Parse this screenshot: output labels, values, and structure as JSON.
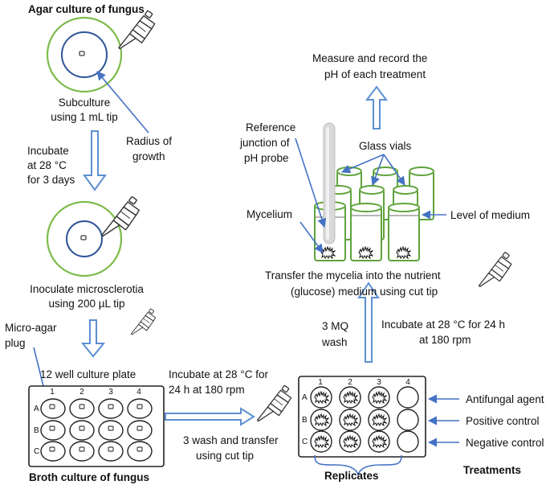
{
  "colors": {
    "agar_ring": "#7dbb4a",
    "dish": "#2f5597",
    "arrow_blue": "#4472c4",
    "hollow_arrow": "#5b8fd1",
    "vial": "#5ea33c"
  },
  "icons": [
    "pipette-icon",
    "mycelium-icon"
  ],
  "labels": {
    "agar_culture": "Agar culture of fungus",
    "subculture_line1": "Subculture",
    "subculture_line2": "using 1 mL tip",
    "incubate_line1": "Incubate",
    "incubate_line2": "at 28 °C",
    "incubate_line3": "for 3 days",
    "radius_line1": "Radius of",
    "radius_line2": "growth",
    "inoculate_line1": "Inoculate microsclerotia",
    "inoculate_line2": "using 200 µL tip",
    "micro_agar_line1": "Micro-agar",
    "micro_agar_line2": "plug",
    "plate_title": "12 well culture plate",
    "broth_culture": "Broth culture of fungus",
    "incubate_mid_line1": "Incubate at 28 °C for",
    "incubate_mid_line2": "24 h at 180 rpm",
    "wash_line1": "3 wash and transfer",
    "wash_line2": "using cut tip",
    "replicates": "Replicates",
    "treatments": "Treatments",
    "antifungal": "Antifungal agent",
    "positive": "Positive control",
    "negative": "Negative control",
    "mq_line1": "3 MQ",
    "mq_line2": "wash",
    "incubate_right_line1": "Incubate at 28 °C for 24 h",
    "incubate_right_line2": "at 180 rpm",
    "transfer_line1": "Transfer the mycelia into the nutrient",
    "transfer_line2": "(glucose) medium using cut tip",
    "mycelium": "Mycelium",
    "level": "Level of medium",
    "glass_vials": "Glass vials",
    "reference_line1": "Reference",
    "reference_line2": "junction of",
    "reference_line3": "pH probe",
    "measure_line1": "Measure and record the",
    "measure_line2": "pH of each treatment"
  },
  "plate": {
    "columns": [
      "1",
      "2",
      "3",
      "4"
    ],
    "rows": [
      "A",
      "B",
      "C"
    ]
  }
}
